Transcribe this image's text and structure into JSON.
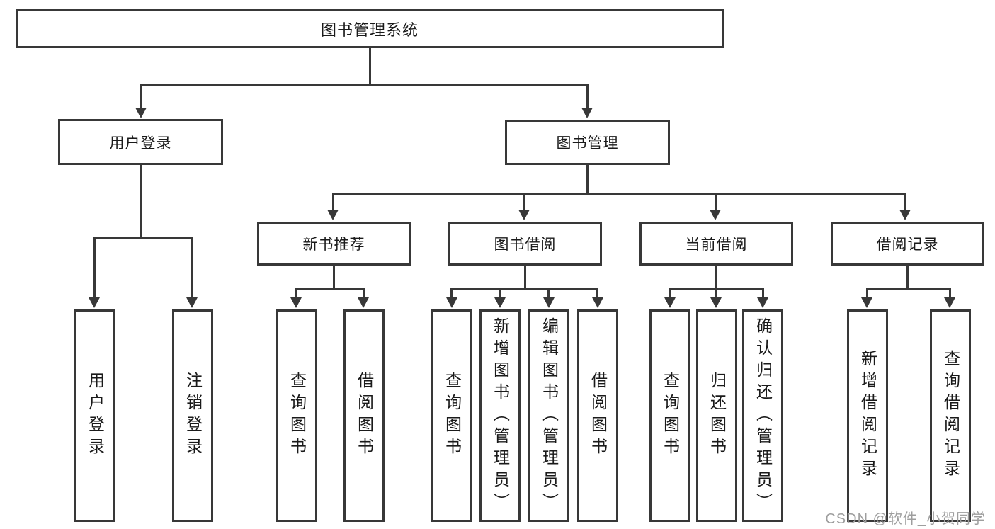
{
  "tree": {
    "root": "图书管理系统",
    "branches": [
      {
        "label": "用户登录",
        "leaves": [
          "用户登录",
          "注销登录"
        ]
      },
      {
        "label": "图书管理",
        "groups": [
          {
            "label": "新书推荐",
            "leaves": [
              "查询图书",
              "借阅图书"
            ]
          },
          {
            "label": "图书借阅",
            "leaves": [
              "查询图书",
              "新增图书（管理员）",
              "编辑图书（管理员）",
              "借阅图书"
            ]
          },
          {
            "label": "当前借阅",
            "leaves": [
              "查询图书",
              "归还图书",
              "确认归还（管理员）"
            ]
          },
          {
            "label": "借阅记录",
            "leaves": [
              "新增借阅记录",
              "查询借阅记录"
            ]
          }
        ]
      }
    ]
  },
  "watermark": {
    "text": "CSDN @软件_小贺同学"
  },
  "colors": {
    "line": "#383838",
    "text": "#1a1a1a",
    "background": "#ffffff",
    "watermark": "#9e9e9e"
  }
}
